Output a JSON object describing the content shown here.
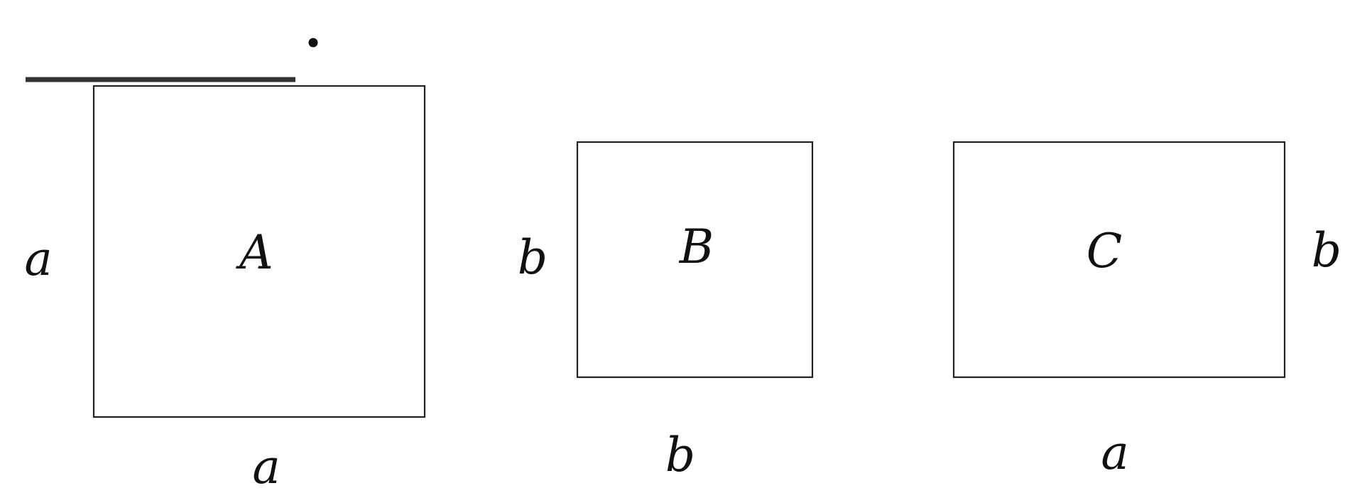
{
  "labels": {
    "square_side_left": "a",
    "square_side_bottom": "a",
    "square_name": "A",
    "rect_b_side_left": "b",
    "rect_b_side_bottom": "b",
    "rect_b_name": "B",
    "rect_c_name": "C",
    "rect_c_side_right": "b",
    "rect_c_side_bottom": "a"
  },
  "colors": {
    "stroke": "#222222",
    "text": "#111111",
    "background": "#ffffff"
  }
}
